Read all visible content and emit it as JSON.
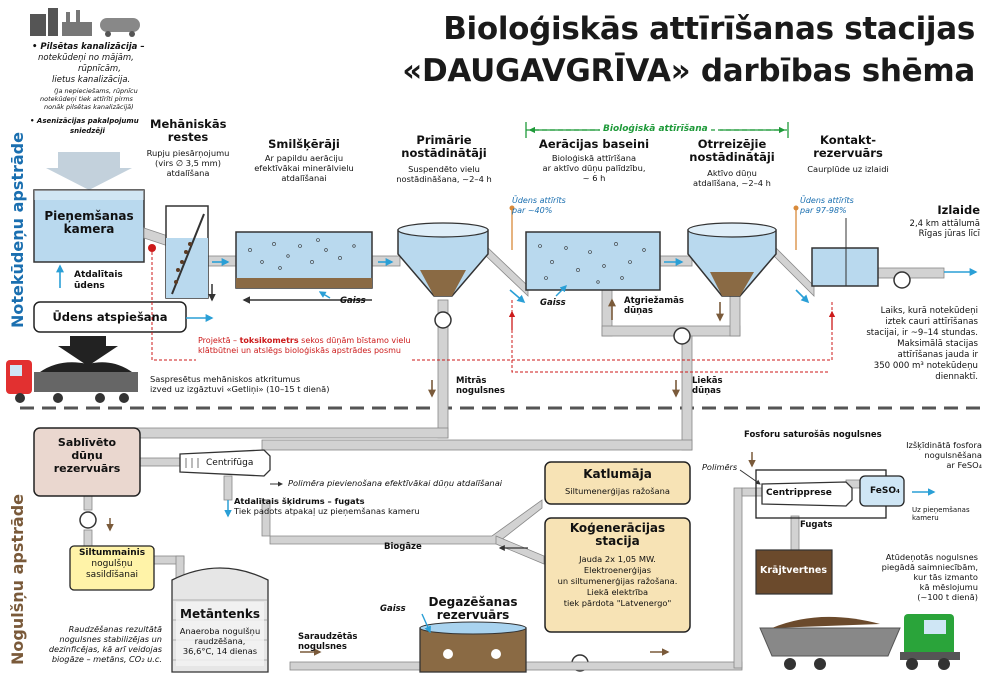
{
  "title": {
    "line1": "Bioloģiskās attīrīšanas stacijas",
    "line2": "«DAUGAVGRĪVA» darbības shēma"
  },
  "side_labels": {
    "top": "Notekūdeņu apstrāde",
    "bottom": "Nogulšņu apstrāde"
  },
  "sources": {
    "l1": "• Pilsētas kanalizācija –",
    "l2": "notekūdeņi no mājām,",
    "l3": "rūpnīcām,",
    "l4": "lietus kanalizācija.",
    "l5": "(Ja nepieciešams, rūpnīcu",
    "l6": "notekūdeņi tiek attīrīti pirms",
    "l7": "nonāk pilsētas kanalizācijā)",
    "l8": "• Asenizācijas pakalpojumu",
    "l9": "sniedzēji"
  },
  "stages": {
    "receiving": {
      "l1": "Pieņemšanas",
      "l2": "kamera"
    },
    "treated_water": {
      "l1": "Atdalītais",
      "l2": "ūdens"
    },
    "dewatering": "Ūdens atspiešana",
    "screens": {
      "h1": "Mehāniskās",
      "h2": "restes",
      "d1": "Rupju piesārņojumu",
      "d2": "(virs ∅ 3,5 mm)",
      "d3": "atdalīšana"
    },
    "grit": {
      "h1": "Smilšķērāji",
      "d1": "Ar papildu aerāciju",
      "d2": "efektīvākai minerālvielu",
      "d3": "atdalīšanai"
    },
    "primary": {
      "h1": "Primārie",
      "h2": "nostādinātāji",
      "d1": "Suspendēto vielu",
      "d2": "nostādināšana, ~2–4 h"
    },
    "bio_label": "Bioloģiskā attīrīšana",
    "aeration": {
      "h1": "Aerācijas baseini",
      "d1": "Bioloģiskā attīrīšana",
      "d2": "ar aktīvo dūņu palīdzību,",
      "d3": "~ 6 h"
    },
    "secondary": {
      "h1": "Otrreizējie",
      "h2": "nostādinātāji",
      "d1": "Aktīvo dūņu",
      "d2": "atdalīšana, ~2–4 h"
    },
    "contact": {
      "h1": "Kontakt-",
      "h2": "rezervuārs",
      "d1": "Caurplūde uz izlaidi"
    },
    "outlet": {
      "h1": "Izlaide",
      "d1": "2,4 km attālumā",
      "d2": "Rīgas jūras līcī"
    }
  },
  "notes": {
    "clean40": {
      "l1": "Ūdens attīrīts",
      "l2": "par ~40%"
    },
    "clean98": {
      "l1": "Ūdens attīrīts",
      "l2": "par 97-98%"
    },
    "air": "Gaiss",
    "return_sludge": {
      "l1": "Atgriežamās",
      "l2": "dūņas"
    },
    "toxic": {
      "l1a": "Projektā – ",
      "l1b": "toksikometrs",
      "l1c": " sekos dūņām bīstamo vielu",
      "l2": "klātbūtnei un atslēgs bioloģiskās apstrādes posmu"
    },
    "compressed": {
      "l1": "Saspresētus mehāniskos atkritumus",
      "l2": "izved uz izgāztuvi «Getliņi» (10–15 t dienā)"
    },
    "mixed": {
      "l1": "Mitrās",
      "l2": "nogulsnes"
    },
    "excess": {
      "l1": "Liekās",
      "l2": "dūņas"
    },
    "time": {
      "l1": "Laiks, kurā notekūdeņi",
      "l2": "iztek cauri attīrīšanas",
      "l3": "stacijai, ir ~9–14 stundas.",
      "l4": "Maksimālā stacijas",
      "l5": "attīrīšanas jauda ir",
      "l6": "350 000 m³ notekūdeņu",
      "l7": "diennaktī."
    }
  },
  "sludge": {
    "thick_tank": {
      "l1": "Sablīvēto",
      "l2": "dūņu",
      "l3": "rezervuārs"
    },
    "centrifuge": "Centrifūga",
    "polymer_note": "Polimēra pievienošana efektīvākai dūņu atdalīšanai",
    "fugate": {
      "l1": "Atdalītais šķidrums – fugats",
      "l2": "Tiek padots atpakaļ uz pieņemšanas kameru"
    },
    "heat_exchanger": {
      "l1": "Siltummainis",
      "l2": "nogulšņu",
      "l3": "sasildīšanai"
    },
    "boiler": {
      "h1": "Katlumāja",
      "d1": "Siltumenerģijas ražošana"
    },
    "chp": {
      "h1": "Koģenerācijas",
      "h2": "stacija",
      "d1": "Jauda 2x 1,05 MW.",
      "d2": "Elektroenerģijas",
      "d3": "un siltumenerģijas ražošana.",
      "d4": "Liekā elektrība",
      "d5": "tiek pārdota \"Latvenergo\""
    },
    "biogas": "Biogāze",
    "digester": {
      "h1": "Metāntenks",
      "d1": "Anaeroba nogulšņu",
      "d2": "raudzēšana,",
      "d3": "36,6°C, 14 dienas"
    },
    "digestion_note": {
      "l1": "Raudzēšanas rezultātā",
      "l2": "nogulsnes stabilizējas un",
      "l3": "dezinficējas, kā arī veidojas",
      "l4": "biogāze – metāns, CO₂ u.c."
    },
    "digested": {
      "l1": "Saraudzētās",
      "l2": "nogulsnes"
    },
    "degas": {
      "h1": "Degazēšanas",
      "h2": "rezervuārs"
    },
    "air": "Gaiss",
    "phosphorus": "Fosforu saturošās nogulsnes",
    "polymer": "Polimērs",
    "press": "Centripprese",
    "feso4": "FeSO₄",
    "fugate2": "Fugats",
    "to_receiving": {
      "l1": "Uz pieņemšanas",
      "l2": "kameru"
    },
    "p_removal": {
      "l1": "Izšķīdinātā fosfora",
      "l2": "nogulsnēšana",
      "l3": "ar FeSO₄"
    },
    "storage": "Krājtvertnes",
    "dewatered": {
      "l1": "Atūdeņotās nogulsnes",
      "l2": "piegādā saimniecībām,",
      "l3": "kur tās izmanto",
      "l4": "kā mēslojumu",
      "l5": "(~100 t dienā)"
    }
  },
  "colors": {
    "water": "#a9d3ef",
    "pipe": "#d2d2d2",
    "sludge": "#8a6a44",
    "flow": "#2a9fd6",
    "bio": "#1f9a3a",
    "warn": "#cc1a1a",
    "cream": "#f7e3b5",
    "tank_rose": "#ead7cf",
    "yellow": "#fff3a8"
  }
}
